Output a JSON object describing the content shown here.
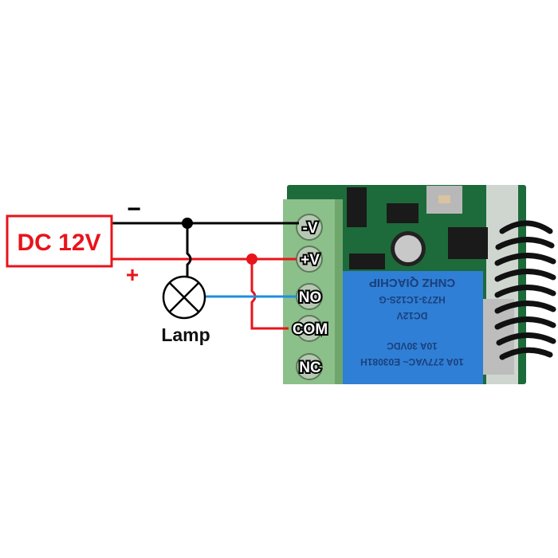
{
  "power_source": {
    "label": "DC 12V",
    "minus_sign": "−",
    "plus_sign": "+"
  },
  "lamp": {
    "label": "Lamp"
  },
  "terminals": [
    "-V",
    "+V",
    "NO",
    "COM",
    "NC"
  ],
  "relay": {
    "lines": [
      "10A 277VAC~ E03081H",
      "10A 30VDC",
      "DC12V",
      "HZ73-1C12S-G",
      "CNHZ  QIACHIP"
    ]
  },
  "colors": {
    "positive": "#e8141b",
    "negative": "#000000",
    "signal": "#1e8fe0",
    "terminal_block": "#8cc08a",
    "pcb": "#1d6b3a",
    "relay": "#2f7fd6"
  }
}
